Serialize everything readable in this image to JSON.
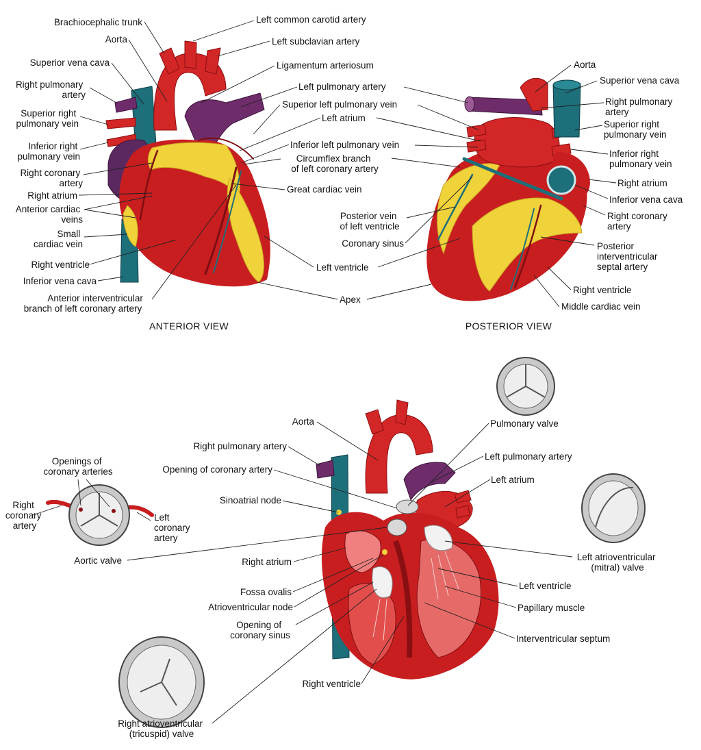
{
  "anterior": {
    "caption": "ANTERIOR VIEW",
    "labels": {
      "brachiocephalic_trunk": "Brachiocephalic trunk",
      "aorta": "Aorta",
      "superior_vena_cava": "Superior vena cava",
      "right_pulmonary_artery": [
        "Right pulmonary",
        "artery"
      ],
      "superior_right_pulmonary_vein": [
        "Superior right",
        "pulmonary vein"
      ],
      "inferior_right_pulmonary_vein": [
        "Inferior right",
        "pulmonary vein"
      ],
      "right_coronary_artery": [
        "Right coronary",
        "artery"
      ],
      "right_atrium": "Right atrium",
      "anterior_cardiac_veins": [
        "Anterior cardiac",
        "veins"
      ],
      "small_cardiac_vein": [
        "Small",
        "cardiac vein"
      ],
      "right_ventricle": "Right ventricle",
      "inferior_vena_cava": "Inferior vena cava",
      "anterior_interventricular_branch": [
        "Anterior interventricular",
        "branch of left coronary artery"
      ],
      "left_common_carotid_artery": "Left common carotid artery",
      "left_subclavian_artery": "Left subclavian artery",
      "ligamentum_arteriosum": "Ligamentum arteriosum",
      "left_pulmonary_artery": "Left pulmonary artery",
      "superior_left_pulmonary_vein": "Superior left pulmonary vein",
      "left_atrium": "Left atrium",
      "inferior_left_pulmonary_vein": "Inferior left pulmonary vein",
      "circumflex_branch": [
        "Circumflex branch",
        "of left coronary artery"
      ],
      "great_cardiac_vein": "Great cardiac vein",
      "left_ventricle": "Left ventricle",
      "apex": "Apex"
    }
  },
  "posterior": {
    "caption": "POSTERIOR VIEW",
    "labels": {
      "aorta": "Aorta",
      "superior_vena_cava": "Superior vena cava",
      "right_pulmonary_artery": [
        "Right pulmonary",
        "artery"
      ],
      "superior_right_pulmonary_vein": [
        "Superior right",
        "pulmonary vein"
      ],
      "inferior_right_pulmonary_vein": [
        "Inferior right",
        "pulmonary vein"
      ],
      "right_atrium": "Right atrium",
      "inferior_vena_cava": "Inferior vena cava",
      "right_coronary_artery": [
        "Right coronary",
        "artery"
      ],
      "posterior_interventricular_septal_artery": [
        "Posterior",
        "interventricular",
        "septal artery"
      ],
      "right_ventricle": "Right ventricle",
      "middle_cardiac_vein": "Middle cardiac vein",
      "posterior_vein_left_ventricle": [
        "Posterior vein",
        "of left ventricle"
      ],
      "coronary_sinus": "Coronary sinus"
    }
  },
  "section": {
    "labels": {
      "aorta": "Aorta",
      "right_pulmonary_artery": "Right pulmonary artery",
      "opening_of_coronary_artery": "Opening of coronary artery",
      "sinoatrial_node": "Sinoatrial node",
      "right_atrium": "Right atrium",
      "fossa_ovalis": "Fossa ovalis",
      "atrioventricular_node": "Atrioventricular node",
      "opening_of_coronary_sinus": [
        "Opening of",
        "coronary sinus"
      ],
      "right_ventricle": "Right ventricle",
      "pulmonary_valve": "Pulmonary valve",
      "left_pulmonary_artery": "Left pulmonary artery",
      "left_atrium": "Left atrium",
      "left_av_mitral_valve": [
        "Left atrioventricular",
        "(mitral) valve"
      ],
      "left_ventricle": "Left ventricle",
      "papillary_muscle": "Papillary muscle",
      "interventricular_septum": "Interventricular septum"
    }
  },
  "aortic_valve_inset": {
    "labels": {
      "openings_of_coronary_arteries": [
        "Openings of",
        "coronary arteries"
      ],
      "right_coronary_artery": [
        "Right",
        "coronary",
        "artery"
      ],
      "left_coronary_artery": [
        "Left",
        "coronary",
        "artery"
      ],
      "aortic_valve": "Aortic valve"
    }
  },
  "tricuspid_inset": {
    "labels": {
      "right_av_tricuspid_valve": [
        "Right atrioventricular",
        "(tricuspid) valve"
      ]
    }
  }
}
